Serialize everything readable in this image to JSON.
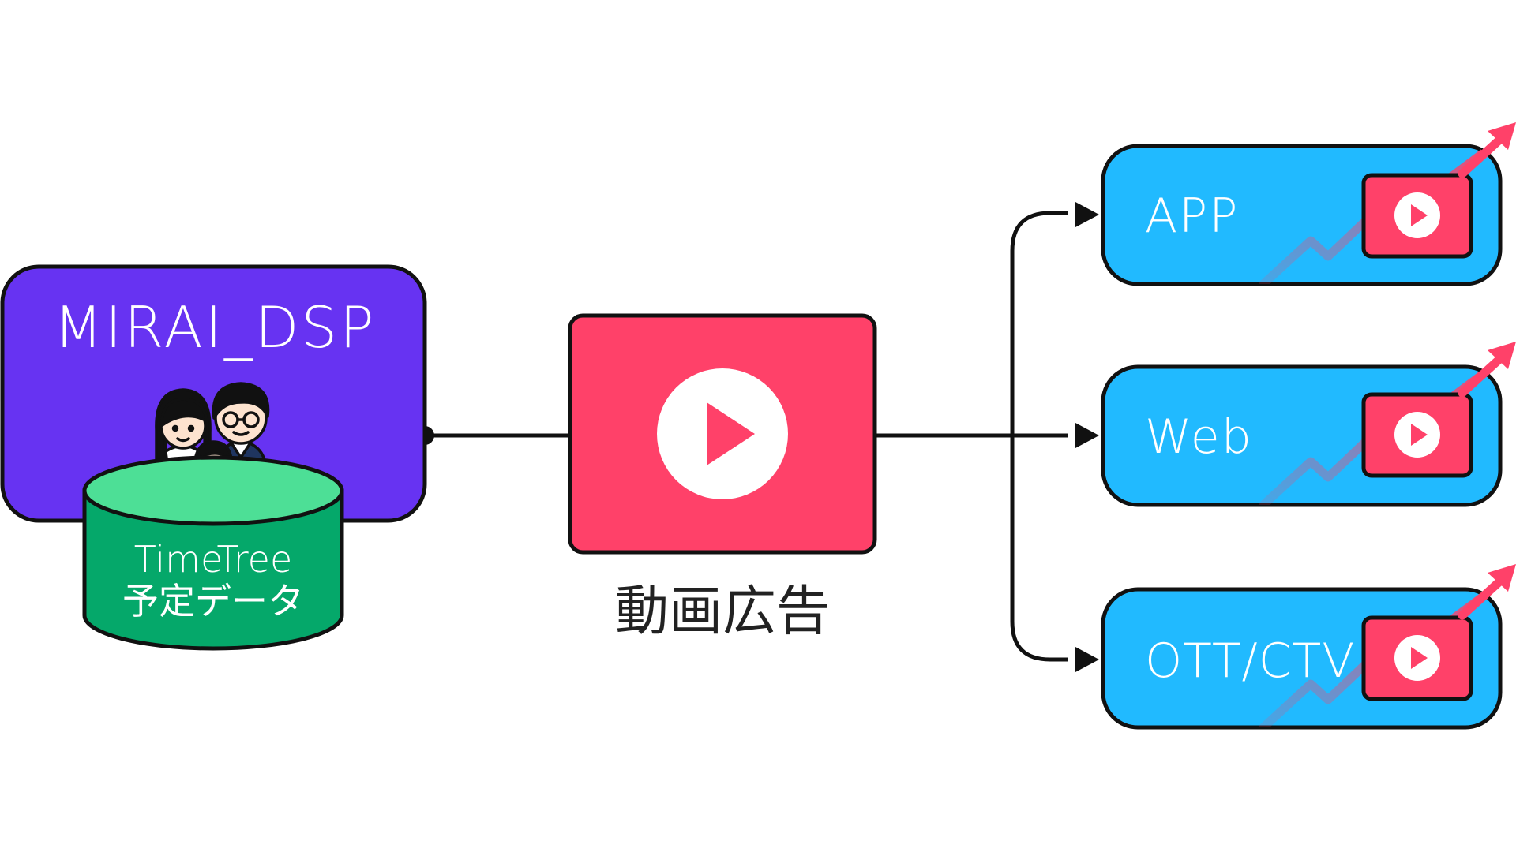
{
  "dsp": {
    "title": "MIRAI_DSP",
    "color": "#6733f2",
    "data_source": {
      "line1": "TimeTree",
      "line2": "予定データ",
      "color": "#05a86a",
      "top_color": "#4ddf96"
    },
    "family_icon": "family-illustration"
  },
  "ad": {
    "label": "動画広告",
    "color": "#ff4169",
    "icon": "play-icon"
  },
  "channels": [
    {
      "label": "APP",
      "icon": "play-icon"
    },
    {
      "label": "Web",
      "icon": "play-icon"
    },
    {
      "label": "OTT/CTV",
      "icon": "play-icon"
    }
  ],
  "colors": {
    "channel_bg": "#21baff",
    "outline": "#111111",
    "growth_arrow": "#ff4169"
  }
}
